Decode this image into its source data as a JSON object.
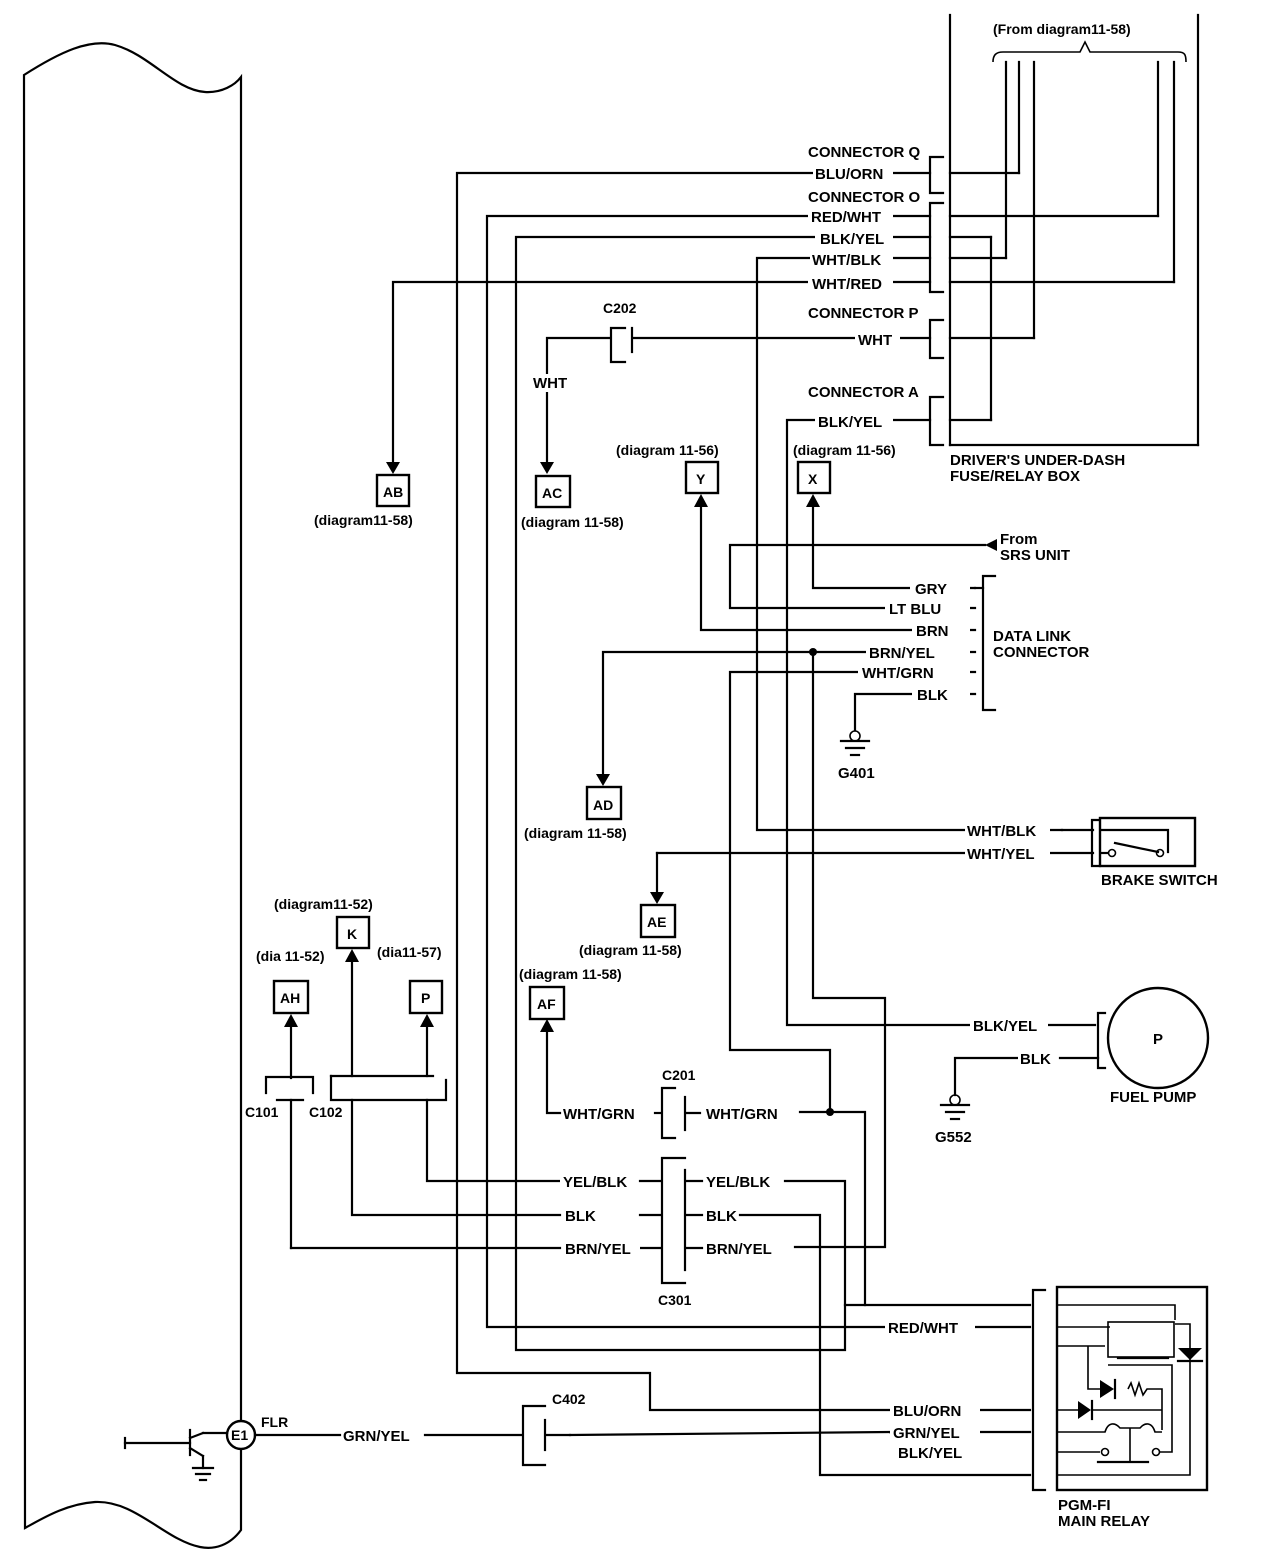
{
  "diagram": {
    "type": "automotive-wiring-schematic",
    "ecm": {
      "terminal": "E1",
      "terminal_name": "FLR"
    },
    "fuse_relay_box": {
      "title_line1": "DRIVER'S UNDER-DASH",
      "title_line2": "FUSE/RELAY BOX",
      "source_note": "(From diagram11-58)",
      "connectors": {
        "q1": "CONNECTOR Q",
        "q2": "CONNECTOR O",
        "p": "CONNECTOR P",
        "a": "CONNECTOR A"
      },
      "wires": {
        "blu_orn": "BLU/ORN",
        "red_wht": "RED/WHT",
        "blk_yel": "BLK/YEL",
        "wht_blk": "WHT/BLK",
        "wht_red": "WHT/RED",
        "wht": "WHT",
        "blk_yel_a": "BLK/YEL"
      }
    },
    "c202": {
      "name": "C202",
      "wire": "WHT"
    },
    "refs": {
      "ab": {
        "code": "AB",
        "note": "(diagram11-58)"
      },
      "ac": {
        "code": "AC",
        "note": "(diagram 11-58)"
      },
      "y": {
        "code": "Y",
        "note": "(diagram 11-56)"
      },
      "x": {
        "code": "X",
        "note": "(diagram 11-56)"
      },
      "ad": {
        "code": "AD",
        "note": "(diagram 11-58)"
      },
      "ae": {
        "code": "AE",
        "note": "(diagram 11-58)"
      },
      "af": {
        "code": "AF",
        "note": "(diagram 11-58)"
      },
      "k": {
        "code": "K",
        "note": "(diagram11-52)"
      },
      "ah": {
        "code": "AH",
        "note": "(dia 11-52)"
      },
      "p": {
        "code": "P",
        "note": "(dia11-57)"
      }
    },
    "srs": {
      "line1": "From",
      "line2": "SRS UNIT"
    },
    "dlc": {
      "title_line1": "DATA LINK",
      "title_line2": "CONNECTOR",
      "wires": [
        "GRY",
        "LT BLU",
        "BRN",
        "BRN/YEL",
        "WHT/GRN",
        "BLK"
      ],
      "ground": "G401"
    },
    "brake_switch": {
      "title": "BRAKE SWITCH",
      "wires": [
        "WHT/BLK",
        "WHT/YEL"
      ]
    },
    "fuel_pump": {
      "title": "FUEL PUMP",
      "symbol": "P",
      "wires": [
        "BLK/YEL",
        "BLK"
      ],
      "ground": "G552"
    },
    "c201": {
      "name": "C201",
      "left_wire": "WHT/GRN",
      "right_wire": "WHT/GRN"
    },
    "c101": {
      "name": "C101"
    },
    "c102": {
      "name": "C102"
    },
    "c301": {
      "name": "C301",
      "left_wires": [
        "YEL/BLK",
        "BLK",
        "BRN/YEL"
      ],
      "right_wires": [
        "YEL/BLK",
        "BLK",
        "BRN/YEL"
      ]
    },
    "c402": {
      "name": "C402",
      "wire": "GRN/YEL"
    },
    "main_relay": {
      "title_line1": "PGM-FI",
      "title_line2": "MAIN RELAY",
      "wires": [
        "RED/WHT",
        "BLU/ORN",
        "GRN/YEL",
        "BLK/YEL"
      ]
    }
  }
}
